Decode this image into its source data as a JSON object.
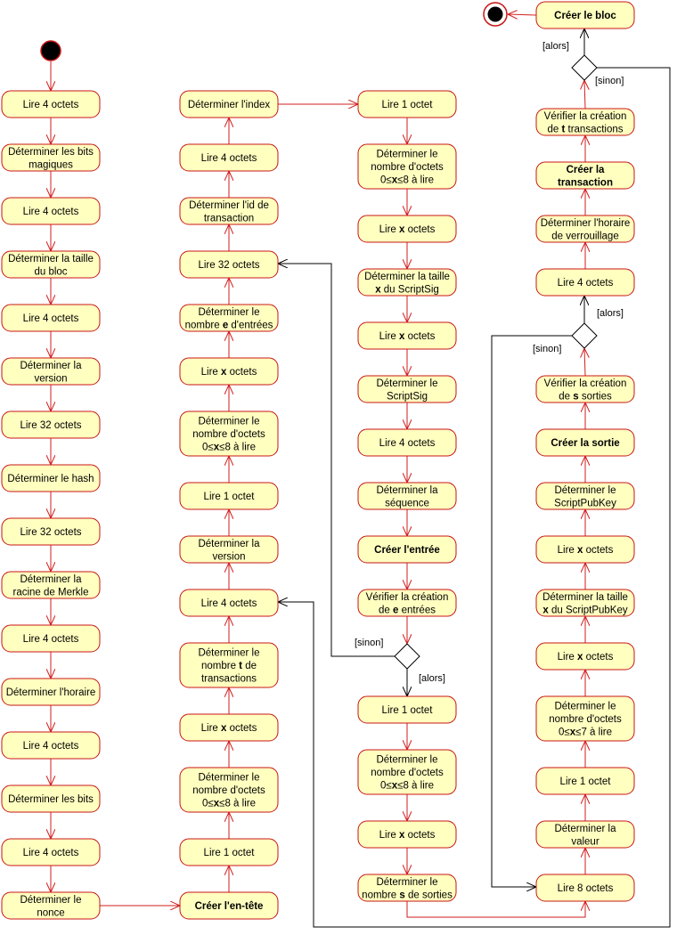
{
  "colors": {
    "node_fill": "#ffffc0",
    "node_stroke": "#c81414",
    "edge": "#d21e1e",
    "decision_edge": "#000000"
  },
  "icons": {
    "start": "initial-node",
    "end": "final-node",
    "decision": "decision-diamond"
  },
  "nodes": {
    "n1": [
      "Lire 4 octets"
    ],
    "n2": [
      "Déterminer les bits",
      "magiques"
    ],
    "n3": [
      "Lire 4 octets"
    ],
    "n4": [
      "Déterminer la taille",
      "du bloc"
    ],
    "n5": [
      "Lire 4 octets"
    ],
    "n6": [
      "Déterminer la",
      "version"
    ],
    "n7": [
      "Lire 32 octets"
    ],
    "n8": [
      "Déterminer le hash"
    ],
    "n9": [
      "Lire 32 octets"
    ],
    "n10": [
      "Déterminer la",
      "racine de Merkle"
    ],
    "n11": [
      "Lire 4 octets"
    ],
    "n12": [
      "Déterminer l'horaire"
    ],
    "n13": [
      "Lire 4 octets"
    ],
    "n14": [
      "Déterminer les bits"
    ],
    "n15": [
      "Lire 4 octets"
    ],
    "n16": [
      "Déterminer le",
      "nonce"
    ],
    "m1": [
      "Déterminer l'index"
    ],
    "m2": [
      "Lire 4 octets"
    ],
    "m3": [
      "Déterminer l'id de",
      "transaction"
    ],
    "m4": [
      "Lire 32 octets"
    ],
    "m5": [
      "Déterminer le",
      "nombre [[e]] d'entrées"
    ],
    "m6": [
      "Lire [[x]] octets"
    ],
    "m7": [
      "Déterminer le",
      "nombre d'octets",
      "0≤[[x]]≤8 à lire"
    ],
    "m8": [
      "Lire 1 octet"
    ],
    "m9": [
      "Déterminer la",
      "version"
    ],
    "m10": [
      "Lire 4 octets"
    ],
    "m11": [
      "Déterminer le",
      "nombre [[t]] de",
      "transactions"
    ],
    "m12": [
      "Lire [[x]] octets"
    ],
    "m13": [
      "Déterminer le",
      "nombre d'octets",
      "0≤[[x]]≤8 à lire"
    ],
    "m14": [
      "Lire 1 octet"
    ],
    "m15": [
      "[[Créer l'en-tête]]"
    ],
    "r1": [
      "Lire 1 octet"
    ],
    "r2": [
      "Déterminer le",
      "nombre d'octets",
      "0≤[[x]]≤8 à lire"
    ],
    "r3": [
      "Lire [[x]] octets"
    ],
    "r4": [
      "Déterminer la taille",
      "[[x]] du ScriptSig"
    ],
    "r5": [
      "Lire [[x]] octets"
    ],
    "r6": [
      "Déterminer le",
      "ScriptSig"
    ],
    "r7": [
      "Lire 4 octets"
    ],
    "r8": [
      "Déterminer la",
      "séquence"
    ],
    "r9": [
      "[[Créer l'entrée]]"
    ],
    "r10": [
      "Vérifier la création",
      "de [[e]] entrées"
    ],
    "r11": [
      "Lire 1 octet"
    ],
    "r12": [
      "Déterminer le",
      "nombre d'octets",
      "0≤[[x]]≤8 à lire"
    ],
    "r13": [
      "Lire [[x]] octets"
    ],
    "r14": [
      "Déterminer le",
      "nombre [[s]] de sorties"
    ],
    "f1": [
      "[[Créer le bloc]]"
    ],
    "f2": [
      "Vérifier la création",
      "de [[t]] transactions"
    ],
    "f3": [
      "[[Créer la]]",
      "[[transaction]]"
    ],
    "f4": [
      "Déterminer l'horaire",
      "de verrouillage"
    ],
    "f5": [
      "Lire 4 octets"
    ],
    "f6": [
      "Vérifier la création",
      "de [[s]] sorties"
    ],
    "f7": [
      "[[Créer la sortie]]"
    ],
    "f8": [
      "Déterminer le",
      "ScriptPubKey"
    ],
    "f9": [
      "Lire [[x]] octets"
    ],
    "f10": [
      "Déterminer la taille",
      "[[x]] du ScriptPubKey"
    ],
    "f11": [
      "Lire [[x]] octets"
    ],
    "f12": [
      "Déterminer le",
      "nombre d'octets",
      "0≤[[x]]≤7 à lire"
    ],
    "f13": [
      "Lire 1 octet"
    ],
    "f14": [
      "Déterminer la",
      "valeur"
    ],
    "f15": [
      "Lire 8 octets"
    ]
  },
  "guards": {
    "g_top_alors": "[alors]",
    "g_top_sinon": "[sinon]",
    "g_mid_alors": "[alors]",
    "g_mid_sinon": "[sinon]",
    "g_in_sinon": "[sinon]",
    "g_in_alors": "[alors]"
  }
}
